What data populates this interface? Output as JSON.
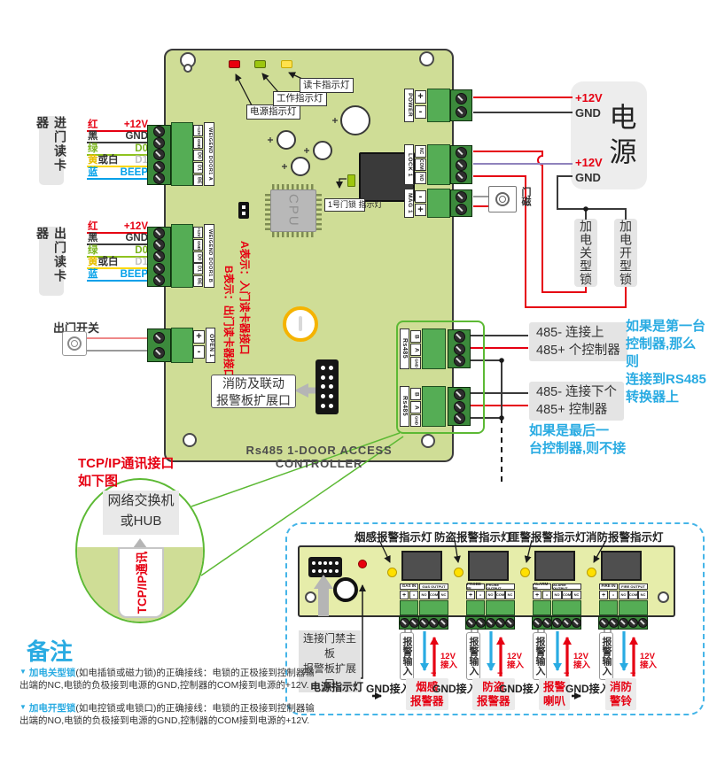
{
  "colors": {
    "pcb": "#cfdd96",
    "alarmPcb": "#e6edaa",
    "termBody": "#55ad55",
    "termDark": "#3c8a3c",
    "termBorder": "#1f4f1f",
    "wireRed": "#e60012",
    "wireGreen": "#8fc31f",
    "wireYellow": "#ffd800",
    "wireBlue": "#00a0e9",
    "wirePurple": "#8f82bc",
    "blueText": "#29abe2",
    "redText": "#e60012",
    "calloutGreen": "#5cb934",
    "arrowGray": "#b5b5b5",
    "grayBox": "#e8e8e8"
  },
  "board": {
    "title": "Rs485 1-DOOR ACCESS CONTROLLER",
    "cpu_label": "CPU",
    "indicator_power": "电源指示灯",
    "indicator_work": "工作指示灯",
    "indicator_card": "读卡指示灯",
    "lock_led_label": "1号门锁\n指示灯",
    "note_a": "A表示：入门读卡器接口",
    "note_b": "B表示：出门读卡器接口",
    "expansion_label": "消防及联动\n报警板扩展口"
  },
  "entry_reader": {
    "label": "进门读卡器",
    "port": "WEIGEND DOOR1 A",
    "pins": [
      "+12V",
      "GND",
      "D0",
      "D1",
      "BE"
    ],
    "wires": [
      {
        "name": "红",
        "name2": "",
        "signal": "+12V"
      },
      {
        "name": "黑",
        "name2": "",
        "signal": "GND"
      },
      {
        "name": "绿",
        "name2": "",
        "signal": "D0"
      },
      {
        "name": "黄",
        "name2": "或白",
        "signal": "D1"
      },
      {
        "name": "蓝",
        "name2": "",
        "signal": "BEEP"
      }
    ]
  },
  "exit_reader": {
    "label": "出门读卡器",
    "port": "WEIGEND DOOR1 B",
    "pins": [
      "+12V",
      "GND",
      "D0",
      "D1",
      "BE"
    ],
    "wires": [
      {
        "name": "红",
        "name2": "",
        "signal": "+12V"
      },
      {
        "name": "黑",
        "name2": "",
        "signal": "GND"
      },
      {
        "name": "绿",
        "name2": "",
        "signal": "D0"
      },
      {
        "name": "黄",
        "name2": "或白",
        "signal": "D1"
      },
      {
        "name": "蓝",
        "name2": "",
        "signal": "BEEP"
      }
    ]
  },
  "exit_switch": {
    "label": "出门开关",
    "port": "OPEN 1",
    "pin_plus": "+",
    "pin_minus": "-"
  },
  "power_port": {
    "port": "POWER",
    "pin_plus": "+",
    "pin_minus": "-"
  },
  "lock_port": {
    "port": "LOCK 1",
    "pins": [
      "NC",
      "COM",
      "NO"
    ]
  },
  "mag_port": {
    "port": "MAG 1",
    "pins": [
      "-",
      "+"
    ]
  },
  "door_sensor_label": "门磁",
  "psu": {
    "label": "电源",
    "v1": "+12V",
    "g1": "GND",
    "v2": "+12V",
    "g2": "GND"
  },
  "lock_nc_label": "加电关型锁",
  "lock_no_label": "加电开型锁",
  "rs485": {
    "port": "Rs485",
    "pins": [
      "B",
      "A",
      "GND"
    ],
    "up_line1": "485-  连接上",
    "up_line2": "485+ 个控制器",
    "down_line1": "485-  连接下个",
    "down_line2": "485+ 控制器",
    "note_first": "如果是第一台\n控制器,那么则\n连接到RS485\n转换器上",
    "note_last": "如果是最后一\n台控制器,则不接"
  },
  "tcpip": {
    "heading": "TCP/IP通讯接口\n如下图",
    "hub_label": "网络交换机\n或HUB",
    "slot_label": "TCP/IP通讯"
  },
  "alarm": {
    "indicators": [
      "烟感报警指示灯",
      "防盗报警指示灯",
      "匪警报警指示灯",
      "消防报警指示灯"
    ],
    "connector_label": "连接门禁主板\n报警板扩展口",
    "power_led_label": "电源指示灯",
    "input_label": "报警输入",
    "v12_label": "12V\n接入",
    "plus": "+",
    "gnd_label": "GND接入",
    "in_pins": [
      "+",
      "-"
    ],
    "out_pins": [
      "NO",
      "COM",
      "NC"
    ],
    "groups": [
      {
        "in_port": "GAS IN",
        "out_port": "GAS OUTPUT",
        "device": "烟感\n报警器"
      },
      {
        "in_port": "PROBE IN",
        "out_port": "PROBE OUTPUT",
        "device": "防盗\n报警器"
      },
      {
        "in_port": "ALARM IN",
        "out_port": "ALARM OUTPUT",
        "device": "报警\n喇叭"
      },
      {
        "in_port": "FIRE IN",
        "out_port": "FIRE OUTPUT",
        "device": "消防\n警铃"
      }
    ]
  },
  "notes": {
    "title": "备注",
    "bullet": "▼",
    "items": [
      {
        "term": "加电关型锁",
        "text": "(如电插锁或磁力锁)的正确接线：电锁的正极接到控制器输\n出端的NC,电锁的负极接到电源的GND,控制器的COM接到电源的+12V."
      },
      {
        "term": "加电开型锁",
        "text": "(如电控锁或电锁口)的正确接线：电锁的正极接到控制器输\n出端的NO,电锁的负极接到电源的GND,控制器的COM接到电源的+12V."
      }
    ]
  }
}
